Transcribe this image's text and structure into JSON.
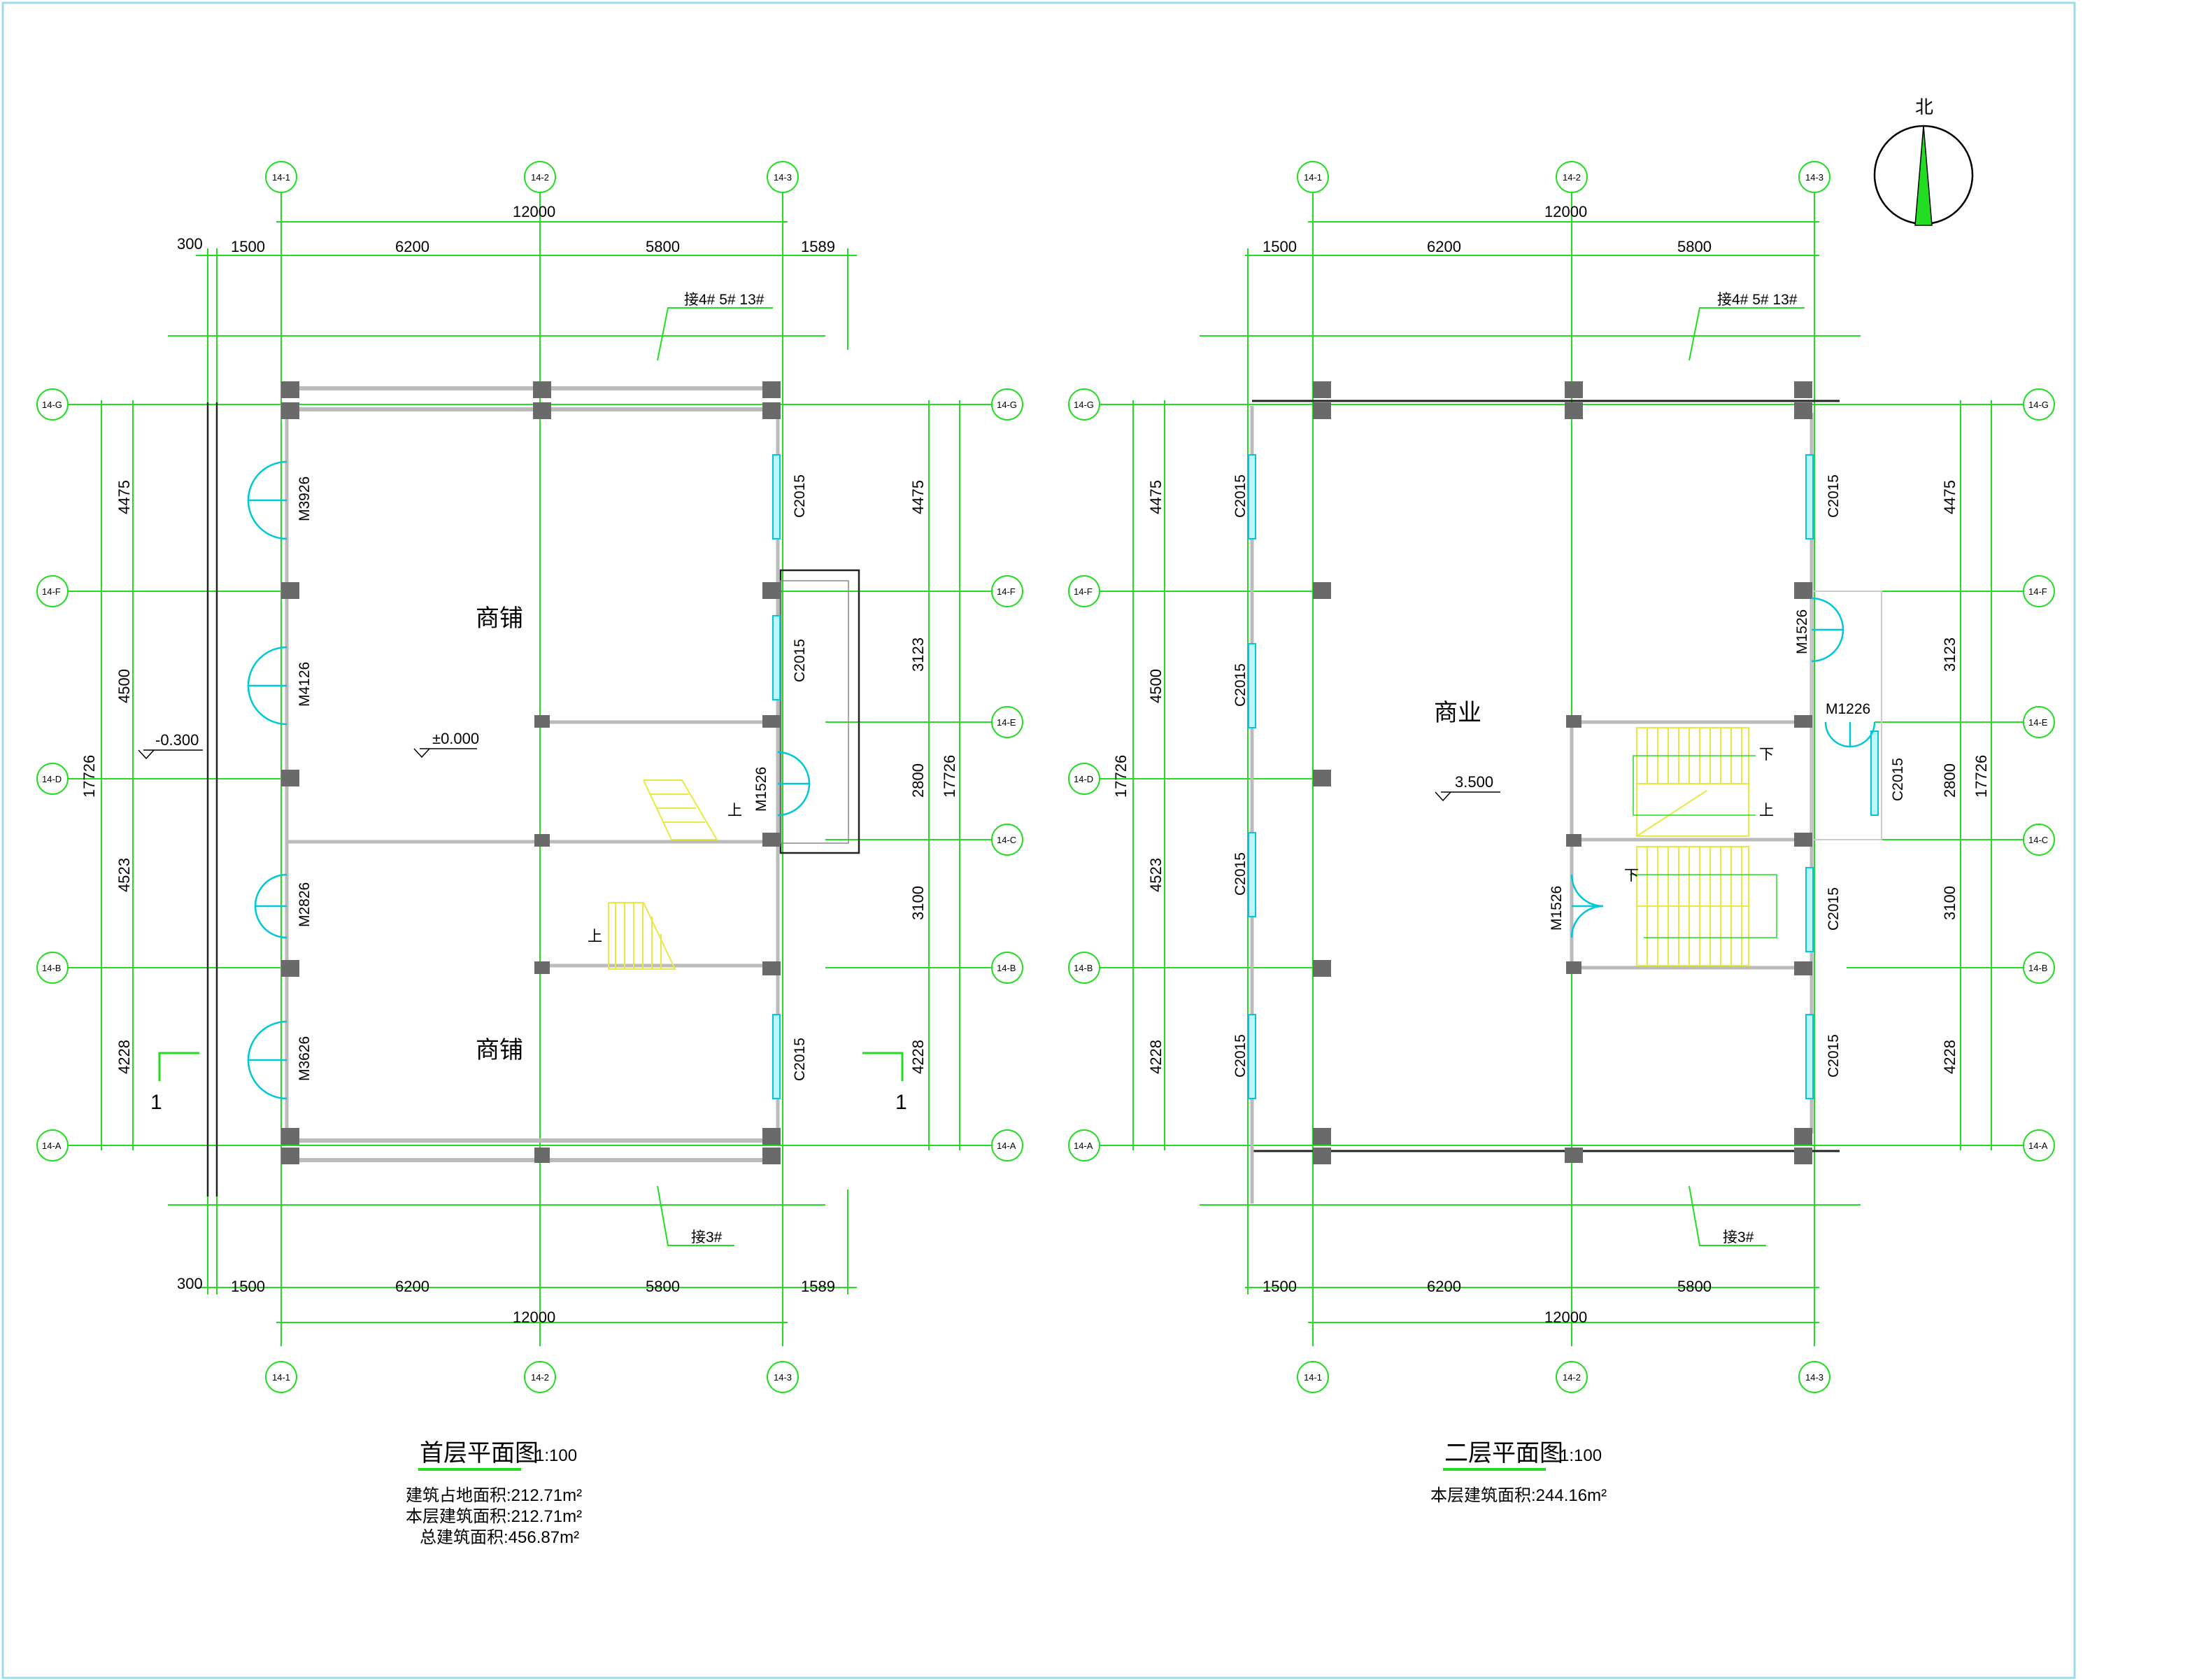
{
  "drawings": [
    {
      "id": "floor1",
      "title": "首层平面图",
      "scale": "1:100",
      "areas": [
        "建筑占地面积:212.71m²",
        "本层建筑面积:212.71m²",
        "总建筑面积:456.87m²"
      ],
      "rooms": [
        "商铺",
        "商铺"
      ],
      "doors": [
        "M3926",
        "M4126",
        "M2826",
        "M3626",
        "M1526"
      ],
      "windows": [
        "C2015",
        "C2015",
        "C2015"
      ],
      "levels": [
        "±0.000",
        "-0.300"
      ],
      "stairs": [
        "上",
        "上"
      ],
      "section_marks": [
        "1",
        "1"
      ],
      "connect_notes": [
        "接4# 5# 13#",
        "接3#"
      ],
      "dims_top_total": "12000",
      "dims_top": [
        "300",
        "1500",
        "6200",
        "5800",
        "1589"
      ],
      "dims_bottom": [
        "300",
        "1500",
        "6200",
        "5800",
        "1589"
      ],
      "dims_bottom_total": "12000",
      "dims_left": [
        "4475",
        "4500",
        "4523",
        "4228"
      ],
      "dims_left_total": "17726",
      "dims_right": [
        "4475",
        "3123",
        "2800",
        "3100",
        "4228"
      ],
      "dims_right_total": "17726"
    },
    {
      "id": "floor2",
      "title": "二层平面图",
      "scale": "1:100",
      "areas": [
        "本层建筑面积:244.16m²"
      ],
      "rooms": [
        "商业"
      ],
      "doors": [
        "M1526",
        "M1226",
        "M1526"
      ],
      "windows": [
        "C2015",
        "C2015",
        "C2015",
        "C2015",
        "C2015",
        "C2015",
        "C2015",
        "C2015"
      ],
      "levels": [
        "3.500"
      ],
      "stairs": [
        "下",
        "上",
        "下"
      ],
      "connect_notes": [
        "接4# 5# 13#",
        "接3#"
      ],
      "dims_top_total": "12000",
      "dims_top": [
        "1500",
        "6200",
        "5800"
      ],
      "dims_bottom": [
        "1500",
        "6200",
        "5800"
      ],
      "dims_bottom_total": "12000",
      "dims_left": [
        "4475",
        "4500",
        "4523",
        "4228"
      ],
      "dims_left_total": "17726",
      "dims_right": [
        "4475",
        "3123",
        "2800",
        "3100",
        "4228"
      ],
      "dims_right_total": "17726"
    }
  ],
  "axis_labels_vertical": [
    "14-1",
    "14-2",
    "14-3"
  ],
  "axis_labels_horizontal": [
    "14-G",
    "14-F",
    "14-E",
    "14-D",
    "14-C",
    "14-B",
    "14-A"
  ],
  "north_label": "北",
  "colors": {
    "grid": "#22dd22",
    "column": "#6a6a6a",
    "window": "#00c8d8",
    "stair": "#e8e840",
    "wall": "#222222",
    "border": "#9fdcea"
  }
}
